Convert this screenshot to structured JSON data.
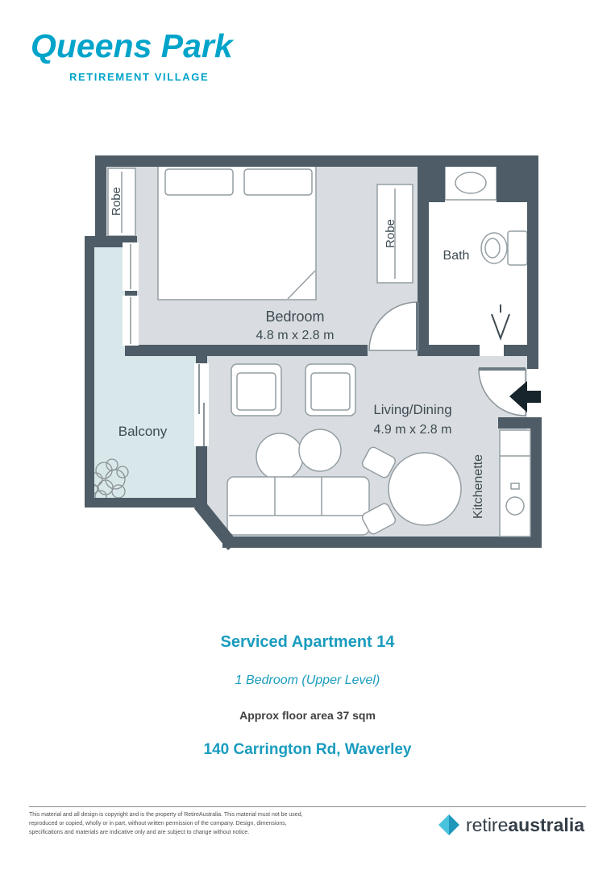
{
  "logo": {
    "title": "Queens Park",
    "subtitle": "RETIREMENT VILLAGE"
  },
  "floorplan": {
    "labels": {
      "robe_left": "Robe",
      "robe_right": "Robe",
      "bedroom_name": "Bedroom",
      "bedroom_dims": "4.8 m x 2.8 m",
      "bath": "Bath",
      "balcony": "Balcony",
      "living_name": "Living/Dining",
      "living_dims": "4.9 m x 2.8 m",
      "kitchenette": "Kitchenette"
    }
  },
  "details": {
    "title": "Serviced Apartment 14",
    "subtitle": "1 Bedroom (Upper Level)",
    "area": "Approx floor area 37 sqm",
    "address": "140 Carrington Rd, Waverley"
  },
  "footer": {
    "disclaimer": "This material and all design is copyright and is the property of RetireAustralia. This material must not be used, reproduced or copied, wholly or in part, without written permission of the company. Design, dimensions, specifications and materials are indicative only and are subject to change without notice.",
    "brand_regular": "retire",
    "brand_bold": "australia"
  },
  "colors": {
    "accent_teal": "#1a9cbe",
    "logo_teal": "#00a4ca",
    "wall": "#4d5c66",
    "floor": "#d9dde1",
    "balcony_floor": "#d8e7e9"
  }
}
